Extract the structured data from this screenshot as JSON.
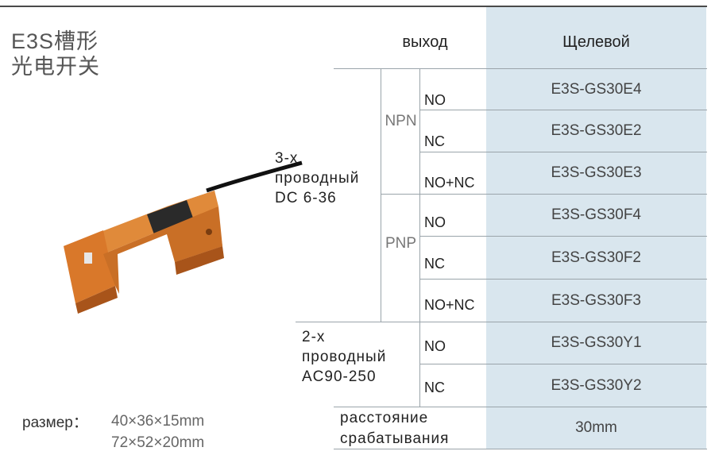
{
  "title": {
    "line1": "E3S槽形",
    "line2": "光电开关"
  },
  "size": {
    "label": "размер：",
    "values": [
      "40×36×15mm",
      "72×52×20mm"
    ]
  },
  "table": {
    "header": {
      "output": "выход",
      "type": "Щелевой"
    },
    "groups": {
      "dc": [
        "3-х",
        "проводный",
        "DC 6-36"
      ],
      "ac": [
        "2-х",
        "проводный",
        "AC90-250"
      ]
    },
    "polarity": {
      "npn": "NPN",
      "pnp": "PNP"
    },
    "rows": [
      {
        "output": "NO",
        "model": "E3S-GS30E4"
      },
      {
        "output": "NC",
        "model": "E3S-GS30E2"
      },
      {
        "output": "NO+NC",
        "model": "E3S-GS30E3"
      },
      {
        "output": "NO",
        "model": "E3S-GS30F4"
      },
      {
        "output": "NC",
        "model": "E3S-GS30F2"
      },
      {
        "output": "NO+NC",
        "model": "E3S-GS30F3"
      },
      {
        "output": "NO",
        "model": "E3S-GS30Y1"
      },
      {
        "output": "NC",
        "model": "E3S-GS30Y2"
      }
    ],
    "distance": {
      "label_line1": "расстояние",
      "label_line2": "срабатывания",
      "value": "30mm"
    }
  },
  "colors": {
    "sensor_body": "#d9782a",
    "column_shade": "#d9e6ee",
    "label_plate": "#2a2a2a"
  }
}
